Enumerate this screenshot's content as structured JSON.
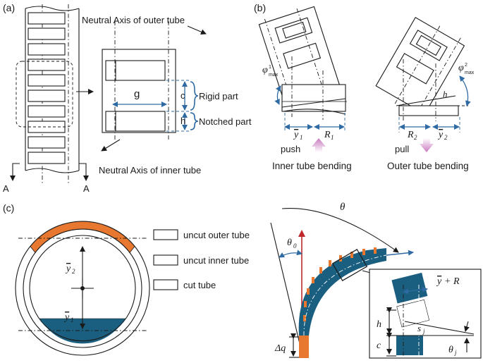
{
  "panel_labels": {
    "a": "(a)",
    "b": "(b)",
    "c": "(c)"
  },
  "panel_a": {
    "neutral_outer": "Neutral Axis of outer tube",
    "neutral_inner": "Neutral Axis of inner tube",
    "rigid": "Rigid part",
    "notched": "Notched part",
    "g": "g",
    "c": "c",
    "h": "h",
    "section_left": "A",
    "section_right": "A"
  },
  "panel_b": {
    "phi1": "φ",
    "phi1_sup": "1",
    "phi1_sub": "max",
    "phi2": "φ",
    "phi2_sup": "2",
    "phi2_sub": "max",
    "h": "h",
    "y1": "y",
    "y1_sub": "1",
    "R1": "R",
    "R1_sub": "1",
    "R2": "R",
    "R2_sub": "2",
    "y2": "y",
    "y2_sub": "2",
    "push": "push",
    "pull": "pull",
    "inner_caption": "Inner tube bending",
    "outer_caption": "Outer tube bending"
  },
  "panel_c": {
    "y2": "y",
    "y2_sub": "2",
    "y1": "y",
    "y1_sub": "1",
    "theta": "θ",
    "theta0": "θ",
    "theta0_sub": "0",
    "dq": "Δq",
    "ybarR": "+ R",
    "ybar_y": "y",
    "sj": "s",
    "sj_sub": "j",
    "thetaj": "θ",
    "thetaj_sub": "j",
    "h": "h",
    "c": "c"
  },
  "legend": [
    {
      "label": "uncut outer tube",
      "color": "#e8782f"
    },
    {
      "label": "uncut inner tube",
      "color": "#1a5f80"
    },
    {
      "label": "cut tube",
      "color": "#ffffff"
    }
  ],
  "colors": {
    "orange": "#e8782f",
    "teal": "#1a5f80",
    "blue": "#2f6aa3",
    "red": "#c0282d",
    "pink": "#d88ac8"
  }
}
